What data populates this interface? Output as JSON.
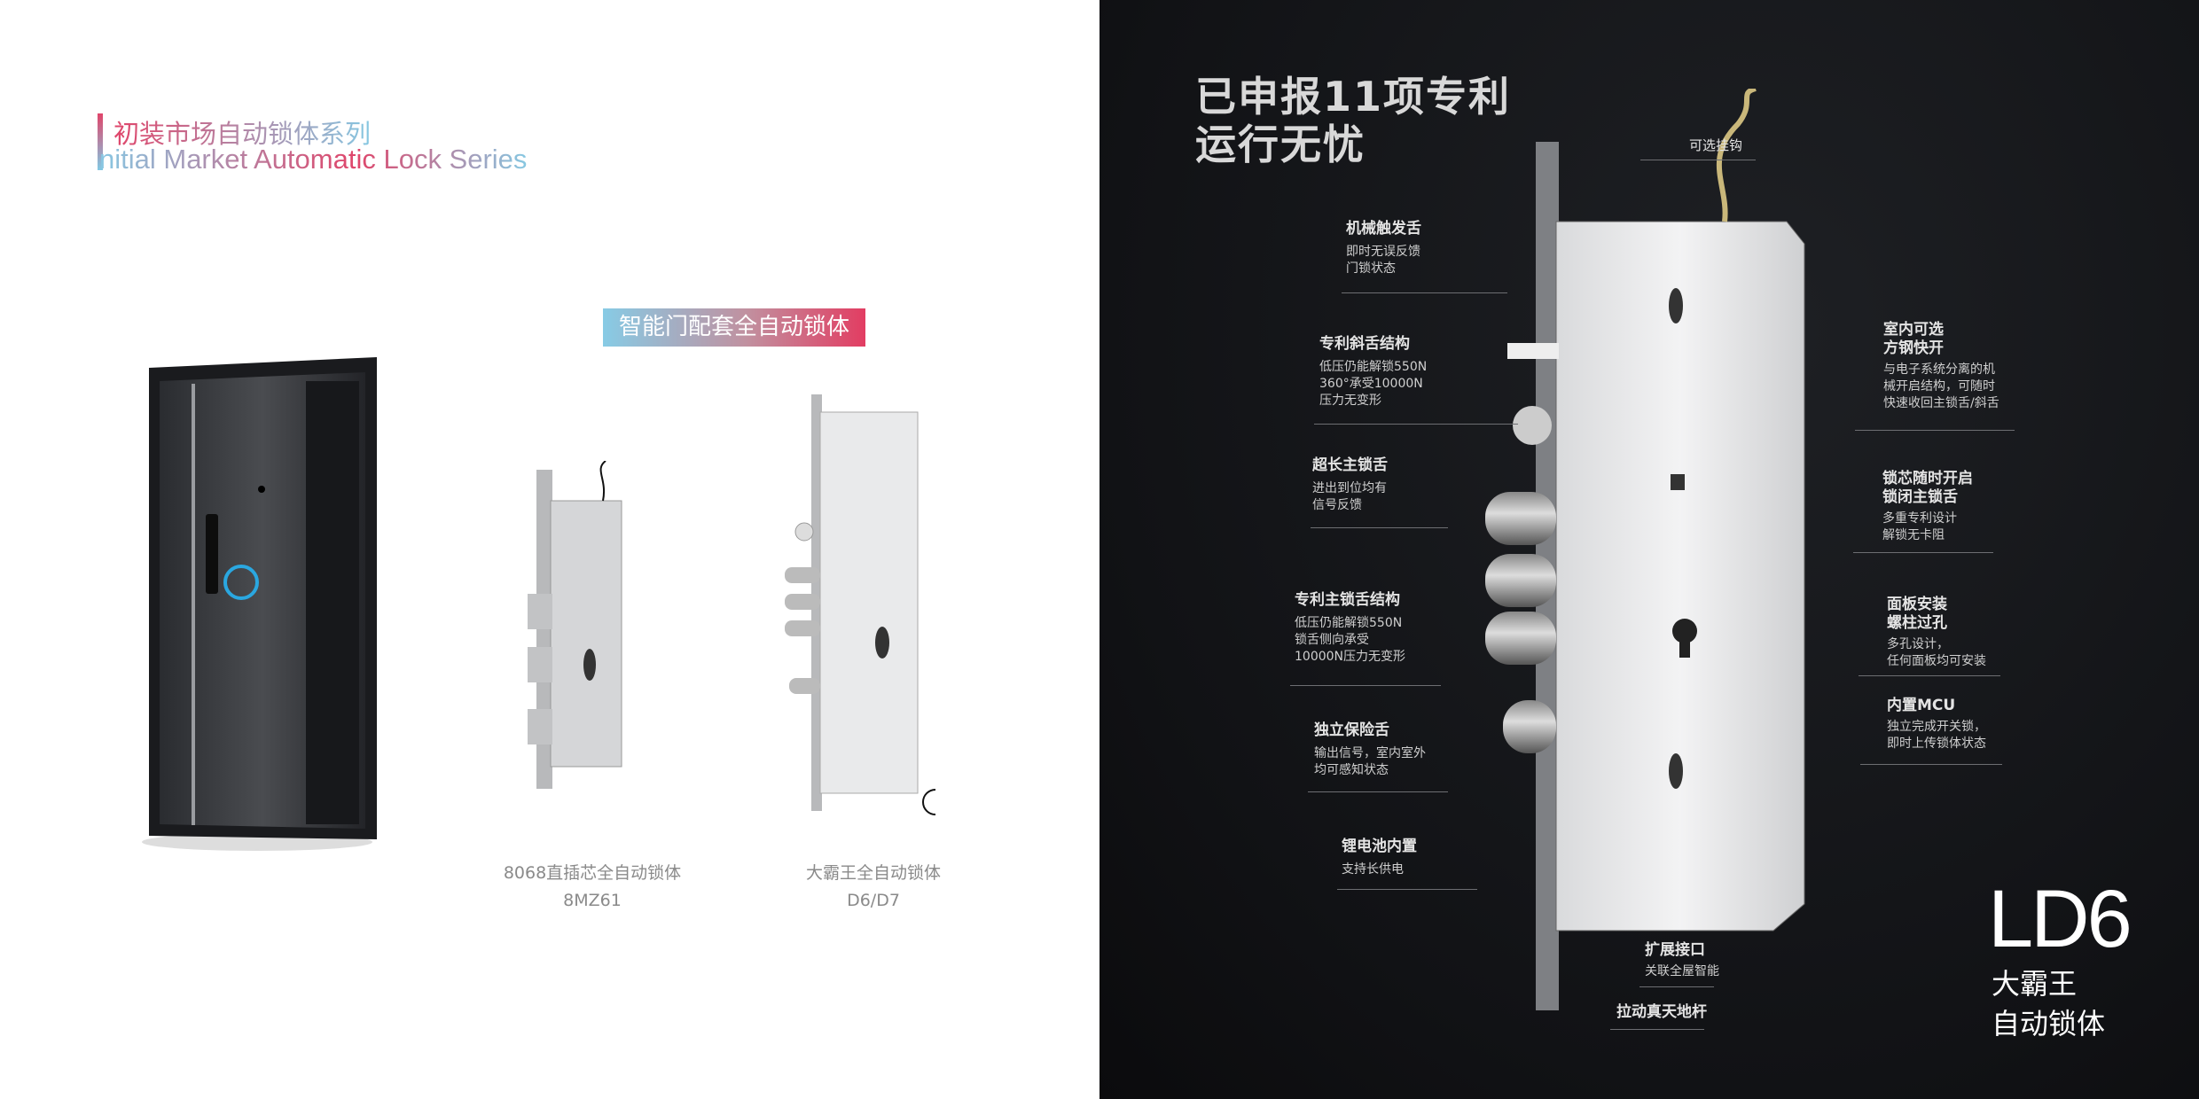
{
  "left": {
    "series_title_cn": "初装市场自动锁体系列",
    "series_title_en": "nitial Market Automatic Lock Series",
    "badge": "智能门配套全自动锁体",
    "products": [
      {
        "name": "8068直插芯全自动锁体",
        "model": "8MZ61"
      },
      {
        "name": "大霸王全自动锁体",
        "model": "D6/D7"
      }
    ]
  },
  "right": {
    "headline_line1": "已申报11项专利",
    "headline_line2": "运行无忧",
    "hook_label": "可选挂钩",
    "features_left": [
      {
        "title": "机械触发舌",
        "desc": [
          "即时无误反馈",
          "门锁状态"
        ]
      },
      {
        "title": "专利斜舌结构",
        "desc": [
          "低压仍能解锁550N",
          "360°承受10000N",
          "压力无变形"
        ]
      },
      {
        "title": "超长主锁舌",
        "desc": [
          "进出到位均有",
          "信号反馈"
        ]
      },
      {
        "title": "专利主锁舌结构",
        "desc": [
          "低压仍能解锁550N",
          "锁舌侧向承受",
          "10000N压力无变形"
        ]
      },
      {
        "title": "独立保险舌",
        "desc": [
          "输出信号，室内室外",
          "均可感知状态"
        ]
      },
      {
        "title": "锂电池内置",
        "desc": [
          "支持长供电"
        ]
      }
    ],
    "features_right": [
      {
        "title": [
          "室内可选",
          "方钢快开"
        ],
        "desc": [
          "与电子系统分离的机",
          "械开启结构，可随时",
          "快速收回主锁舌/斜舌"
        ]
      },
      {
        "title": [
          "锁芯随时开启",
          "锁闭主锁舌"
        ],
        "desc": [
          "多重专利设计",
          "解锁无卡阻"
        ]
      },
      {
        "title": [
          "面板安装",
          "螺柱过孔"
        ],
        "desc": [
          "多孔设计，",
          "任何面板均可安装"
        ]
      },
      {
        "title": [
          "内置MCU"
        ],
        "desc": [
          "独立完成开关锁，",
          "即时上传锁体状态"
        ]
      }
    ],
    "bottom_features": [
      {
        "title": "扩展接口",
        "desc": "关联全屋智能"
      },
      {
        "title": "拉动真天地杆"
      }
    ],
    "model": "LD6",
    "model_sub1": "大霸王",
    "model_sub2": "自动锁体"
  }
}
